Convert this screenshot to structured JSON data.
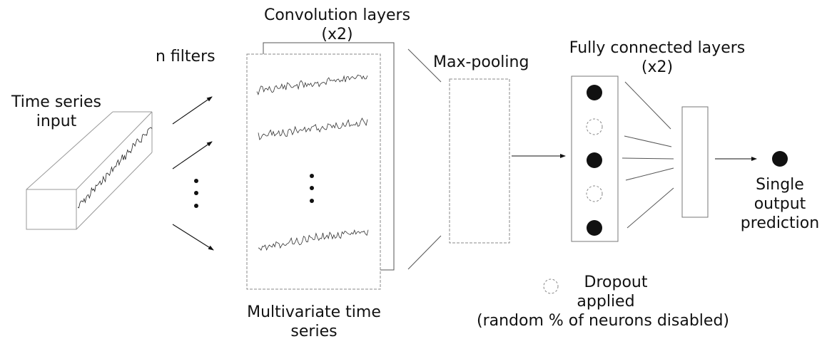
{
  "labels": {
    "time_series_input": [
      "Time series",
      "input"
    ],
    "n_filters": "n filters",
    "convolution": [
      "Convolution layers",
      "(x2)"
    ],
    "multivariate": [
      "Multivariate time",
      "series"
    ],
    "max_pooling": "Max-pooling",
    "fully_connected": [
      "Fully connected layers",
      "(x2)"
    ],
    "single_output": [
      "Single",
      "output",
      "prediction"
    ],
    "dropout_legend": [
      "Dropout",
      "applied",
      "(random % of neurons disabled)"
    ]
  },
  "network": {
    "conv_series_count_shown": 3,
    "fc_neurons": [
      "active",
      "dropout",
      "active",
      "dropout",
      "active"
    ],
    "output_neurons": 1
  },
  "colors": {
    "stroke": "#444444",
    "dashed": "#888888",
    "neuron": "#111111",
    "text": "#111111"
  }
}
